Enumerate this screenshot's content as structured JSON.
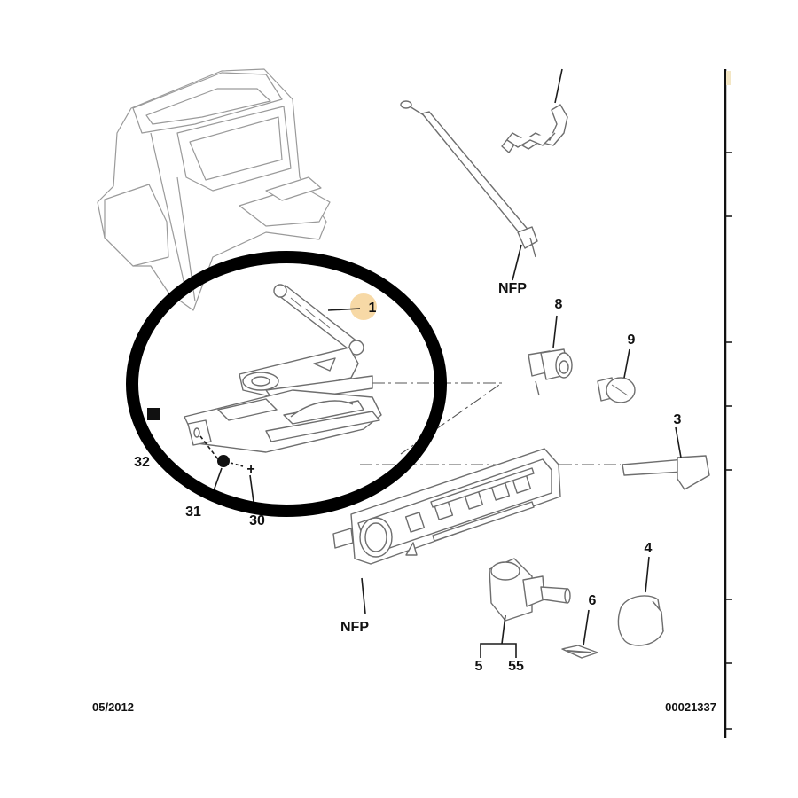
{
  "labels": {
    "part_1": "1",
    "part_8": "8",
    "part_9": "9",
    "part_3": "3",
    "part_4": "4",
    "part_6": "6",
    "part_5": "5",
    "part_55": "55",
    "part_31": "31",
    "part_30": "30",
    "part_32": "32",
    "nfp_top": "NFP",
    "nfp_bottom": "NFP"
  },
  "footer": {
    "date": "05/2012",
    "reference": "00021337"
  },
  "colors": {
    "highlight_circle": "#000000",
    "callout_highlight": "#f7d9a6",
    "line_art": "#6e6e6e",
    "margin_rule": "#111111"
  }
}
